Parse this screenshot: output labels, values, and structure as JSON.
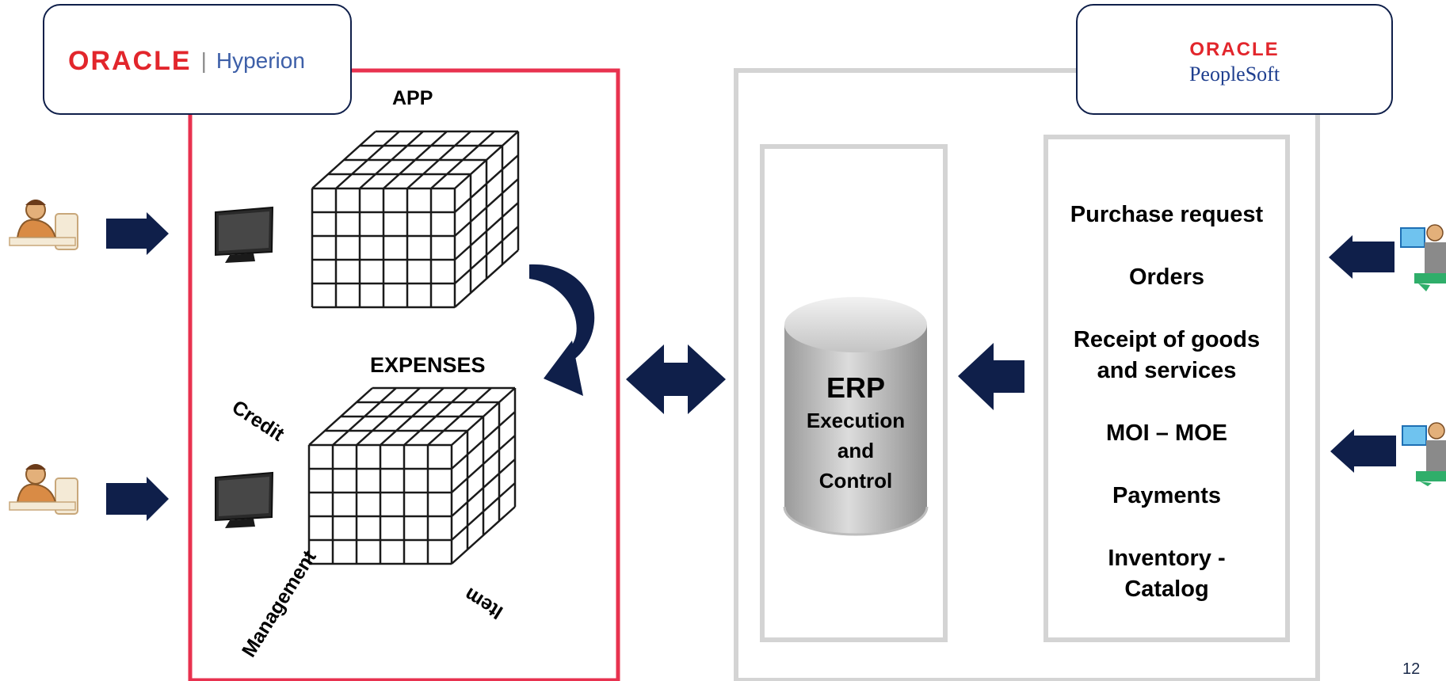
{
  "hyperion_panel": {
    "logo": {
      "oracle": "ORACLE",
      "separator": "|",
      "product": "Hyperion"
    },
    "app_cube_label": "APP",
    "expenses_cube_label": "EXPENSES",
    "axis_labels": {
      "credit": "Credit",
      "management": "Management",
      "item": "Item"
    }
  },
  "peoplesoft_panel": {
    "logo": {
      "oracle": "ORACLE",
      "product": "PeopleSoft"
    },
    "erp": {
      "title": "ERP",
      "line1": "Execution",
      "line2": "and",
      "line3": "Control"
    },
    "processes": [
      "Purchase request",
      "Orders",
      "Receipt of goods and services",
      "MOI – MOE",
      "Payments",
      "Inventory - Catalog"
    ]
  },
  "page_number": "12",
  "colors": {
    "navy": "#0f1f4a",
    "hyperion_border": "#e8324f",
    "peoplesoft_border": "#d4d4d4",
    "oracle_red": "#e2262c",
    "hyperion_blue": "#3d5fa8",
    "peoplesoft_blue": "#1f3f8f"
  }
}
